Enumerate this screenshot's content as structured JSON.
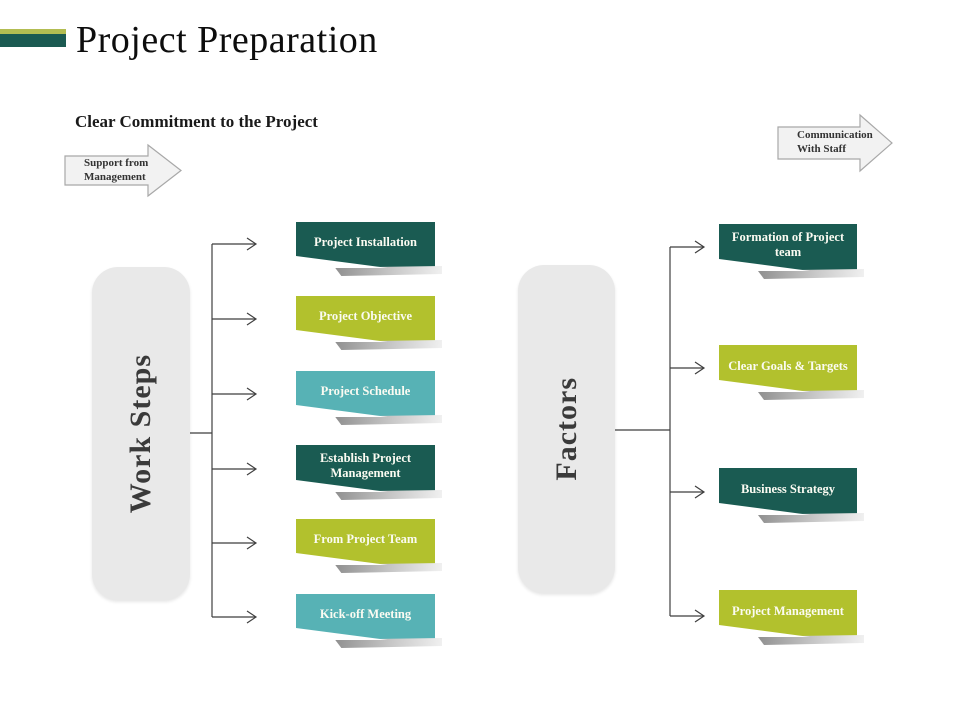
{
  "slide": {
    "title": "Project Preparation",
    "subtitle": "Clear Commitment to the Project"
  },
  "arrows": {
    "left": {
      "line1": "Support from",
      "line2": "Management"
    },
    "right": {
      "line1": "Communication",
      "line2": "With Staff"
    }
  },
  "groups": [
    {
      "label": "Work Steps",
      "items": [
        {
          "text": "Project Installation",
          "color": "dark-teal"
        },
        {
          "text": "Project Objective",
          "color": "olive"
        },
        {
          "text": "Project Schedule",
          "color": "teal"
        },
        {
          "text": "Establish Project Management",
          "color": "dark-teal"
        },
        {
          "text": "From Project Team",
          "color": "olive"
        },
        {
          "text": "Kick-off Meeting",
          "color": "teal"
        }
      ]
    },
    {
      "label": "Factors",
      "items": [
        {
          "text": "Formation of Project team",
          "color": "dark-teal"
        },
        {
          "text": "Clear Goals & Targets",
          "color": "olive"
        },
        {
          "text": "Business Strategy",
          "color": "dark-teal"
        },
        {
          "text": "Project Management",
          "color": "olive"
        }
      ]
    }
  ],
  "colors": {
    "dark_teal": "#1a5b52",
    "olive": "#b2c12d",
    "teal": "#57b2b5",
    "accent_bar_olive": "#b3bd52",
    "accent_bar_teal": "#1b5a52",
    "panel_gray": "#e9e9e9",
    "arrow_fill": "#f2f2f2",
    "arrow_border": "#a8a8a8",
    "connector": "#3f3f3f",
    "note_text": "#fbfbf2"
  }
}
